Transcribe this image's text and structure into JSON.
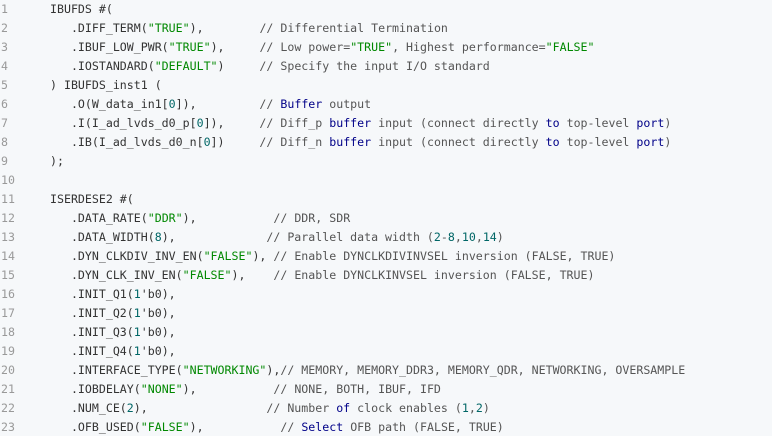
{
  "colors": {
    "background": "#f6f8fa",
    "line_number": "#999999",
    "plain": "#333333",
    "string": "#008800",
    "keyword": "#000088",
    "number": "#006666",
    "comment": "#555555"
  },
  "lines": [
    {
      "n": "1",
      "tokens": [
        {
          "t": "p",
          "v": "IBUFDS #("
        }
      ]
    },
    {
      "n": "2",
      "tokens": [
        {
          "t": "p",
          "v": "   .DIFF_TERM("
        },
        {
          "t": "s",
          "v": "\"TRUE\""
        },
        {
          "t": "p",
          "v": "),        "
        },
        {
          "t": "c",
          "v": "// Differential Termination"
        }
      ]
    },
    {
      "n": "3",
      "tokens": [
        {
          "t": "p",
          "v": "   .IBUF_LOW_PWR("
        },
        {
          "t": "s",
          "v": "\"TRUE\""
        },
        {
          "t": "p",
          "v": "),     "
        },
        {
          "t": "c",
          "v": "// Low power="
        },
        {
          "t": "s",
          "v": "\"TRUE\""
        },
        {
          "t": "c",
          "v": ", Highest performance="
        },
        {
          "t": "s",
          "v": "\"FALSE\""
        }
      ]
    },
    {
      "n": "4",
      "tokens": [
        {
          "t": "p",
          "v": "   .IOSTANDARD("
        },
        {
          "t": "s",
          "v": "\"DEFAULT\""
        },
        {
          "t": "p",
          "v": ")     "
        },
        {
          "t": "c",
          "v": "// Specify the input I/O standard"
        }
      ]
    },
    {
      "n": "5",
      "tokens": [
        {
          "t": "p",
          "v": ") IBUFDS_inst1 ("
        }
      ]
    },
    {
      "n": "6",
      "tokens": [
        {
          "t": "p",
          "v": "   .O(W_data_in1["
        },
        {
          "t": "n",
          "v": "0"
        },
        {
          "t": "p",
          "v": "]),         "
        },
        {
          "t": "c",
          "v": "// "
        },
        {
          "t": "k",
          "v": "Buffer"
        },
        {
          "t": "c",
          "v": " output"
        }
      ]
    },
    {
      "n": "7",
      "tokens": [
        {
          "t": "p",
          "v": "   .I(I_ad_lvds_d0_p["
        },
        {
          "t": "n",
          "v": "0"
        },
        {
          "t": "p",
          "v": "]),     "
        },
        {
          "t": "c",
          "v": "// Diff_p "
        },
        {
          "t": "k",
          "v": "buffer"
        },
        {
          "t": "c",
          "v": " input (connect directly "
        },
        {
          "t": "k",
          "v": "to"
        },
        {
          "t": "c",
          "v": " top-level "
        },
        {
          "t": "k",
          "v": "port"
        },
        {
          "t": "c",
          "v": ")"
        }
      ]
    },
    {
      "n": "8",
      "tokens": [
        {
          "t": "p",
          "v": "   .IB(I_ad_lvds_d0_n["
        },
        {
          "t": "n",
          "v": "0"
        },
        {
          "t": "p",
          "v": "])     "
        },
        {
          "t": "c",
          "v": "// Diff_n "
        },
        {
          "t": "k",
          "v": "buffer"
        },
        {
          "t": "c",
          "v": " input (connect directly "
        },
        {
          "t": "k",
          "v": "to"
        },
        {
          "t": "c",
          "v": " top-level "
        },
        {
          "t": "k",
          "v": "port"
        },
        {
          "t": "c",
          "v": ")"
        }
      ]
    },
    {
      "n": "9",
      "tokens": [
        {
          "t": "p",
          "v": ");"
        }
      ]
    },
    {
      "n": "10",
      "tokens": []
    },
    {
      "n": "11",
      "tokens": [
        {
          "t": "p",
          "v": "ISERDESE2 #("
        }
      ]
    },
    {
      "n": "12",
      "tokens": [
        {
          "t": "p",
          "v": "   .DATA_RATE("
        },
        {
          "t": "s",
          "v": "\"DDR\""
        },
        {
          "t": "p",
          "v": "),           "
        },
        {
          "t": "c",
          "v": "// DDR, SDR"
        }
      ]
    },
    {
      "n": "13",
      "tokens": [
        {
          "t": "p",
          "v": "   .DATA_WIDTH("
        },
        {
          "t": "n",
          "v": "8"
        },
        {
          "t": "p",
          "v": "),             "
        },
        {
          "t": "c",
          "v": "// Parallel data width ("
        },
        {
          "t": "n",
          "v": "2"
        },
        {
          "t": "c",
          "v": "-"
        },
        {
          "t": "n",
          "v": "8"
        },
        {
          "t": "c",
          "v": ","
        },
        {
          "t": "n",
          "v": "10"
        },
        {
          "t": "c",
          "v": ","
        },
        {
          "t": "n",
          "v": "14"
        },
        {
          "t": "c",
          "v": ")"
        }
      ]
    },
    {
      "n": "14",
      "tokens": [
        {
          "t": "p",
          "v": "   .DYN_CLKDIV_INV_EN("
        },
        {
          "t": "s",
          "v": "\"FALSE\""
        },
        {
          "t": "p",
          "v": "), "
        },
        {
          "t": "c",
          "v": "// Enable DYNCLKDIVINVSEL inversion (FALSE, TRUE)"
        }
      ]
    },
    {
      "n": "15",
      "tokens": [
        {
          "t": "p",
          "v": "   .DYN_CLK_INV_EN("
        },
        {
          "t": "s",
          "v": "\"FALSE\""
        },
        {
          "t": "p",
          "v": "),    "
        },
        {
          "t": "c",
          "v": "// Enable DYNCLKINVSEL inversion (FALSE, TRUE)"
        }
      ]
    },
    {
      "n": "16",
      "tokens": [
        {
          "t": "p",
          "v": "   .INIT_Q1("
        },
        {
          "t": "n",
          "v": "1"
        },
        {
          "t": "p",
          "v": "'b0),"
        }
      ]
    },
    {
      "n": "17",
      "tokens": [
        {
          "t": "p",
          "v": "   .INIT_Q2("
        },
        {
          "t": "n",
          "v": "1"
        },
        {
          "t": "p",
          "v": "'b0),"
        }
      ]
    },
    {
      "n": "18",
      "tokens": [
        {
          "t": "p",
          "v": "   .INIT_Q3("
        },
        {
          "t": "n",
          "v": "1"
        },
        {
          "t": "p",
          "v": "'b0),"
        }
      ]
    },
    {
      "n": "19",
      "tokens": [
        {
          "t": "p",
          "v": "   .INIT_Q4("
        },
        {
          "t": "n",
          "v": "1"
        },
        {
          "t": "p",
          "v": "'b0),"
        }
      ]
    },
    {
      "n": "20",
      "tokens": [
        {
          "t": "p",
          "v": "   .INTERFACE_TYPE("
        },
        {
          "t": "s",
          "v": "\"NETWORKING\""
        },
        {
          "t": "p",
          "v": "),"
        },
        {
          "t": "c",
          "v": "// MEMORY, MEMORY_DDR3, MEMORY_QDR, NETWORKING, OVERSAMPLE"
        }
      ]
    },
    {
      "n": "21",
      "tokens": [
        {
          "t": "p",
          "v": "   .IOBDELAY("
        },
        {
          "t": "s",
          "v": "\"NONE\""
        },
        {
          "t": "p",
          "v": "),           "
        },
        {
          "t": "c",
          "v": "// NONE, BOTH, IBUF, IFD"
        }
      ]
    },
    {
      "n": "22",
      "tokens": [
        {
          "t": "p",
          "v": "   .NUM_CE("
        },
        {
          "t": "n",
          "v": "2"
        },
        {
          "t": "p",
          "v": "),                 "
        },
        {
          "t": "c",
          "v": "// Number "
        },
        {
          "t": "k",
          "v": "of"
        },
        {
          "t": "c",
          "v": " clock enables ("
        },
        {
          "t": "n",
          "v": "1"
        },
        {
          "t": "c",
          "v": ","
        },
        {
          "t": "n",
          "v": "2"
        },
        {
          "t": "c",
          "v": ")"
        }
      ]
    },
    {
      "n": "23",
      "tokens": [
        {
          "t": "p",
          "v": "   .OFB_USED("
        },
        {
          "t": "s",
          "v": "\"FALSE\""
        },
        {
          "t": "p",
          "v": "),           "
        },
        {
          "t": "c",
          "v": "// "
        },
        {
          "t": "k",
          "v": "Select"
        },
        {
          "t": "c",
          "v": " OFB path (FALSE, TRUE)"
        }
      ]
    }
  ]
}
